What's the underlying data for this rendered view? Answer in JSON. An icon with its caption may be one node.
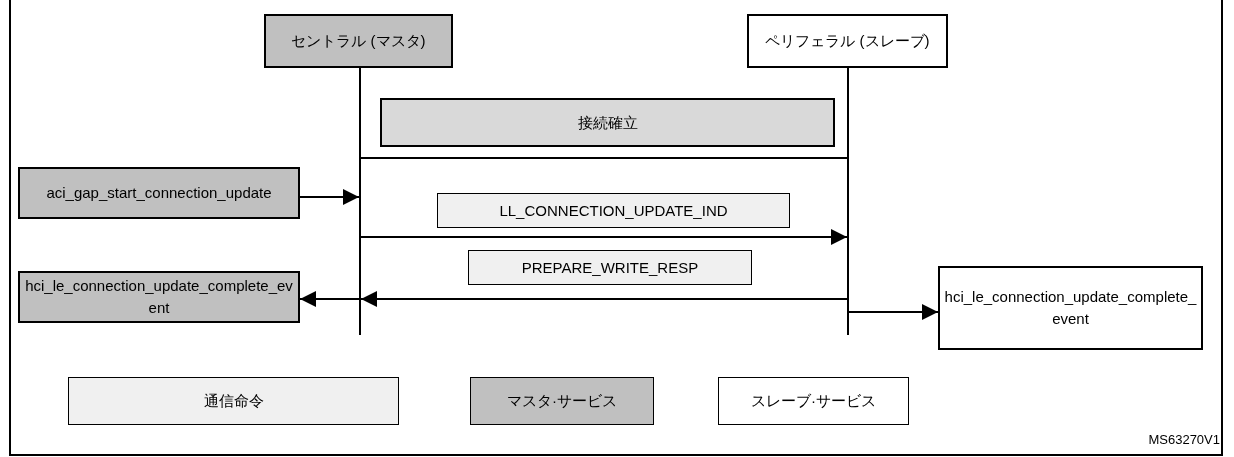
{
  "diagram": {
    "nodes": [
      {
        "text": [
          "セントラル (マスタ)"
        ]
      },
      {
        "text": [
          "ペリフェラル (スレーブ)"
        ]
      },
      {
        "text": [
          "接続確立"
        ]
      },
      {
        "text": [
          "aci_gap_start_connection_update"
        ]
      },
      {
        "text": [
          "hci_le_connection_update_complete_event"
        ]
      },
      {
        "text": [
          "hci_le_connection_update_complete_event"
        ]
      },
      {
        "text": [],
        "shape": "bar"
      },
      {
        "text": [],
        "shape": "bar"
      }
    ],
    "edges": [
      {
        "from": 6,
        "to": 7,
        "arrow": "none"
      },
      {
        "from": 3,
        "to": 6,
        "arrow": "to"
      },
      {
        "from": 6,
        "to": 7,
        "arrow": "to",
        "label": "LL_CONNECTION_UPDATE_IND"
      },
      {
        "from": 7,
        "to": 6,
        "arrow": "to",
        "label": "PREPARE_WRITE_RESP"
      },
      {
        "from": 6,
        "to": 4,
        "arrow": "to"
      },
      {
        "from": 7,
        "to": 5,
        "arrow": "to"
      }
    ],
    "labels": [
      "MS63270V1"
    ],
    "legend": [
      {
        "text": "通信命令",
        "color": "#f0f0f0"
      },
      {
        "text": "マスタ·サービス",
        "color": "#c0c0c0"
      },
      {
        "text": "スレーブ·サービス",
        "color": "#ffffff"
      }
    ]
  }
}
